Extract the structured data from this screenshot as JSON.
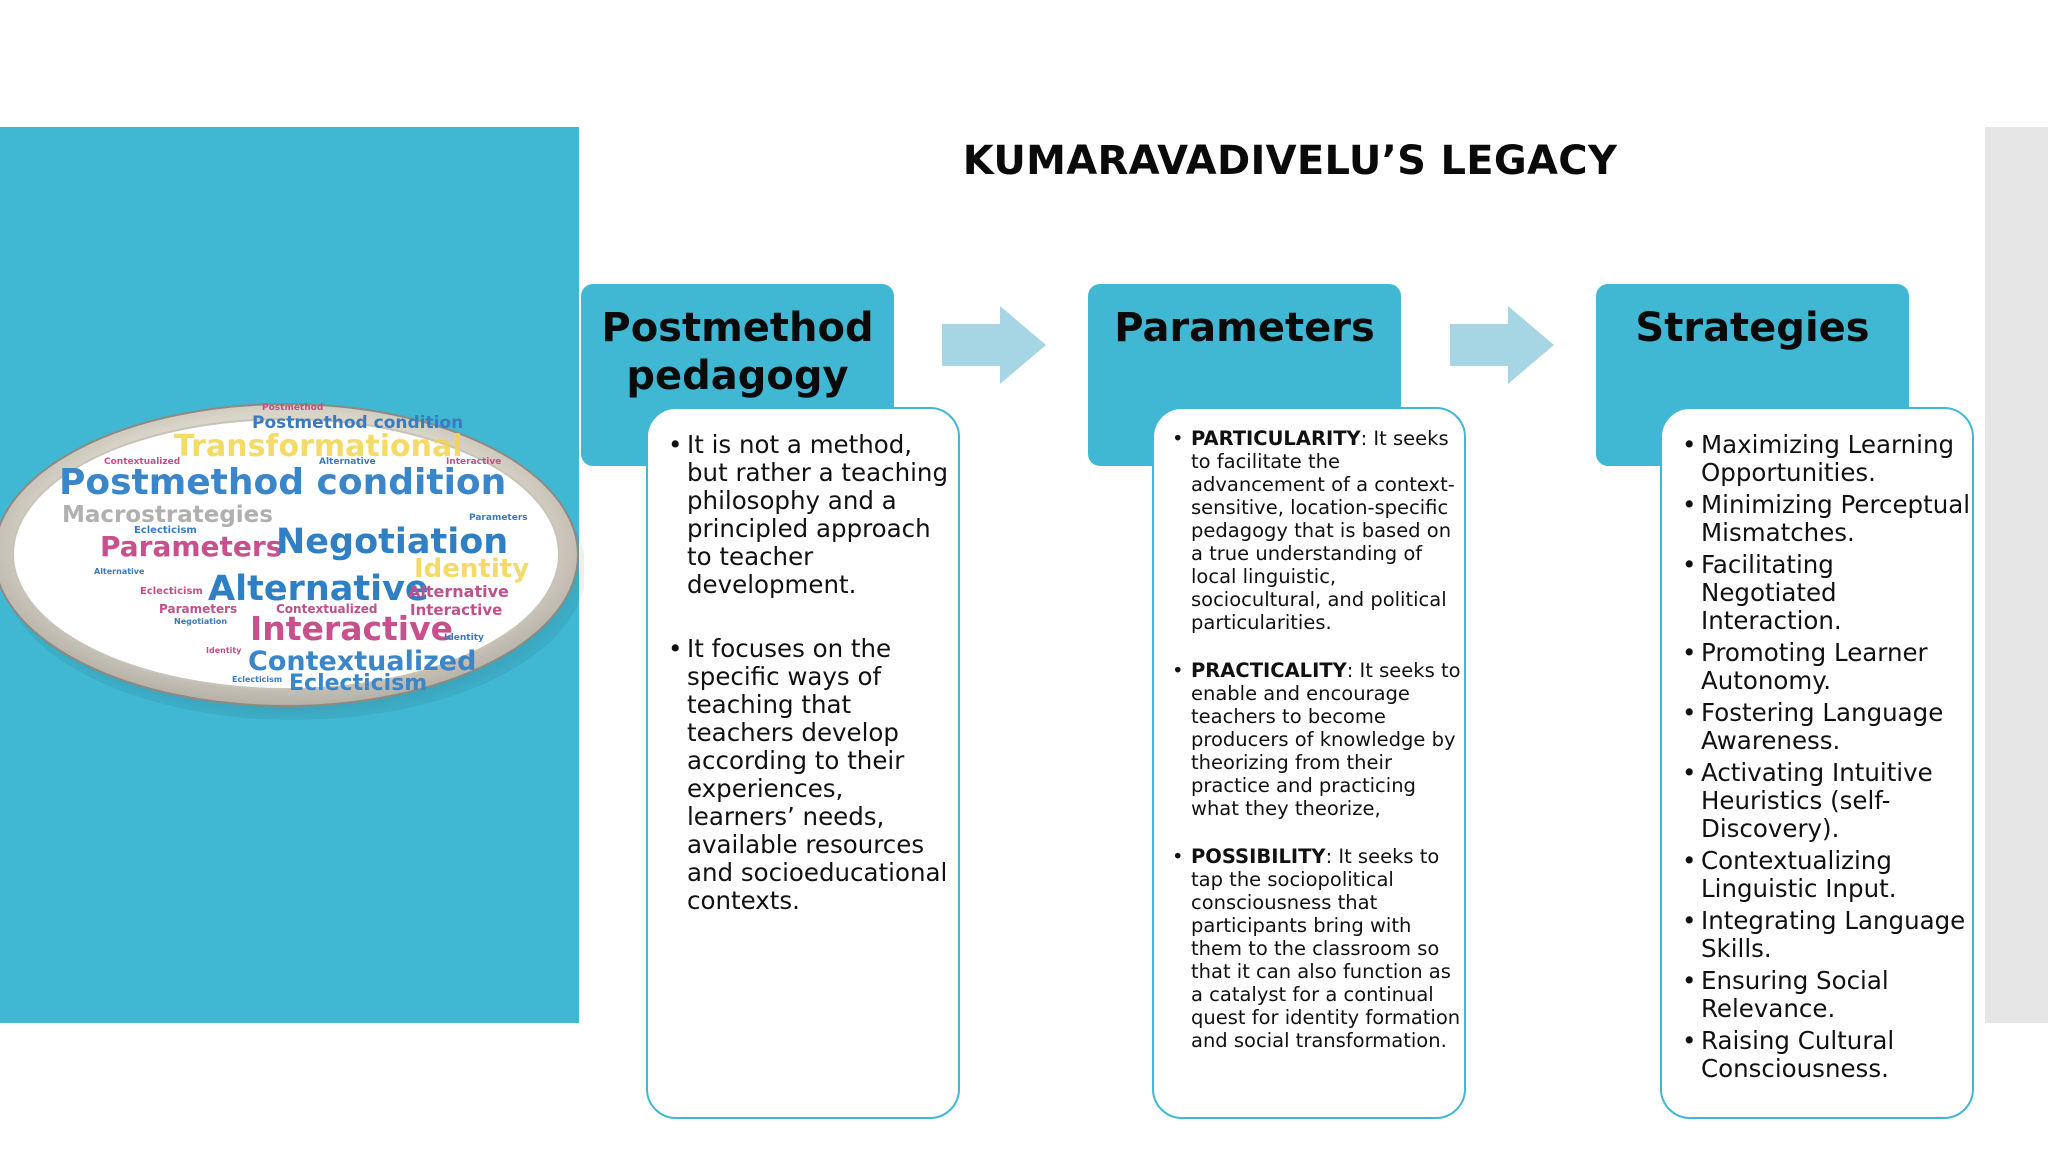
{
  "slide": {
    "title": "KUMARAVADIVELU’S LEGACY",
    "colors": {
      "accent": "#41b8d3",
      "arrow": "#a6d6e3",
      "text": "#0a0a0a",
      "side_strip": "#e6e6e6"
    }
  },
  "wordcloud": {
    "words": [
      "Postmethod",
      "Postmethod condition",
      "Transformational",
      "Contextualized",
      "Alternative",
      "Interactive",
      "Postmethod condition",
      "Macrostrategies",
      "Eclecticism",
      "Parameters",
      "Parameters",
      "Negotiation",
      "Identity",
      "Alternative",
      "Eclecticism",
      "Alternative",
      "Alternative",
      "Parameters",
      "Contextualized",
      "Interactive",
      "Negotiation",
      "Interactive",
      "Identity",
      "Identity",
      "Contextualized",
      "Eclecticism",
      "Eclecticism"
    ]
  },
  "stages": [
    {
      "heading": "Postmethod pedagogy",
      "items": [
        "It is not a method, but rather a teaching philosophy and a principled approach to teacher development.",
        "It focuses on the specific ways of teaching that teachers develop according to their experiences, learners’ needs, available resources and socioeducational contexts."
      ]
    },
    {
      "heading": "Parameters",
      "items": [
        {
          "term": "PARTICULARITY",
          "text": ": It seeks to facilitate the advancement of a context-sensitive, location-specific pedagogy that is based on a true understanding of local linguistic, sociocultural, and political particularities."
        },
        {
          "term": "PRACTICALITY",
          "text": ": It seeks to enable and encourage teachers to become producers of knowledge by theorizing from their practice and practicing what they theorize,"
        },
        {
          "term": "POSSIBILITY",
          "text": ": It seeks to tap the sociopolitical consciousness that participants bring with them to the classroom so that it can also function as a catalyst for a continual quest for identity formation and social transformation."
        }
      ]
    },
    {
      "heading": "Strategies",
      "items": [
        "Maximizing Learning Opportunities.",
        "Minimizing Perceptual Mismatches.",
        "Facilitating Negotiated Interaction.",
        "Promoting Learner Autonomy.",
        "Fostering Language Awareness.",
        "Activating Intuitive Heuristics (self-Discovery).",
        "Contextualizing Linguistic Input.",
        "Integrating Language Skills.",
        " Ensuring Social Relevance.",
        " Raising Cultural Consciousness."
      ]
    }
  ]
}
